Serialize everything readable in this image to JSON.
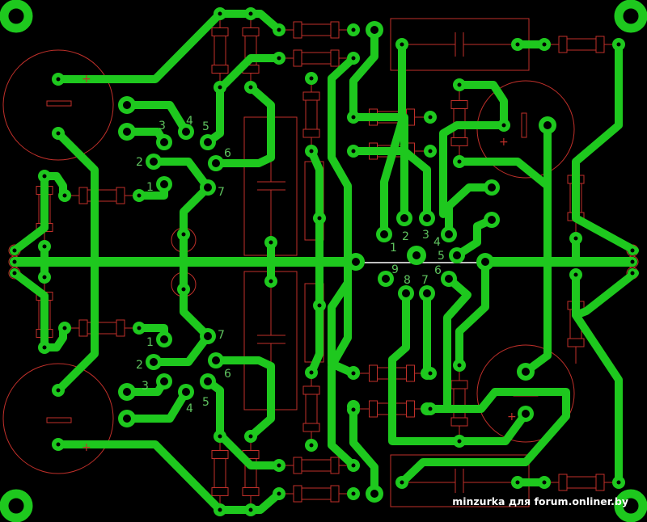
{
  "board": {
    "title": "Amplifier PCB layout",
    "colors": {
      "copper": "#1ec81e",
      "silkscreen": "#c0302a",
      "background": "#000000",
      "labels": "#5fc35f"
    },
    "polarity_mark": "+",
    "top_left_pins": [
      "1",
      "2",
      "3",
      "4",
      "5",
      "6",
      "7"
    ],
    "bottom_left_pins": [
      "1",
      "2",
      "3",
      "4",
      "5",
      "6",
      "7"
    ],
    "right_connector_pins": [
      "1",
      "2",
      "3",
      "4",
      "5",
      "6",
      "7",
      "8",
      "9"
    ]
  },
  "credit": "minzurka для forum.onliner.by"
}
